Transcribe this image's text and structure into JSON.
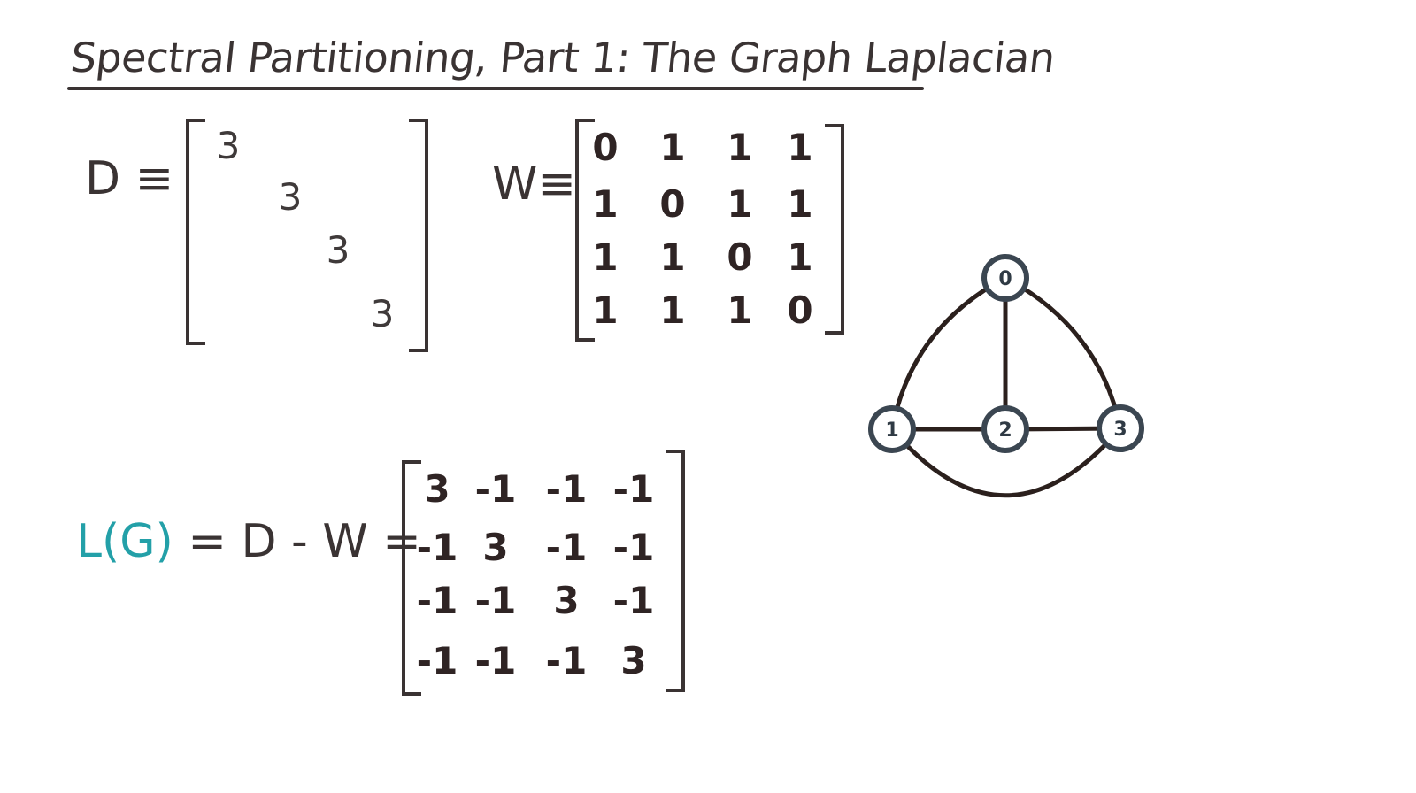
{
  "title": "Spectral Partitioning, Part 1: The Graph Laplacian",
  "d_label": "D ≡",
  "w_label": "W≡",
  "l_label_lhs": "L(G)",
  "l_label_rhs": " = D - W =",
  "d_matrix": [
    [
      "3",
      "",
      "",
      ""
    ],
    [
      "",
      "3",
      "",
      ""
    ],
    [
      "",
      "",
      "3",
      ""
    ],
    [
      "",
      "",
      "",
      "3"
    ]
  ],
  "w_matrix": [
    [
      "0",
      "1",
      "1",
      "1"
    ],
    [
      "1",
      "0",
      "1",
      "1"
    ],
    [
      "1",
      "1",
      "0",
      "1"
    ],
    [
      "1",
      "1",
      "1",
      "0"
    ]
  ],
  "l_matrix": [
    [
      "3",
      "-1",
      "-1",
      "-1"
    ],
    [
      "-1",
      "3",
      "-1",
      "-1"
    ],
    [
      "-1",
      "-1",
      "3",
      "-1"
    ],
    [
      "-1",
      "-1",
      "-1",
      "3"
    ]
  ],
  "graph": {
    "nodes": [
      "0",
      "1",
      "2",
      "3"
    ],
    "edges": [
      [
        "0",
        "1"
      ],
      [
        "0",
        "2"
      ],
      [
        "0",
        "3"
      ],
      [
        "1",
        "2"
      ],
      [
        "2",
        "3"
      ],
      [
        "1",
        "3"
      ]
    ],
    "colors": {
      "node_border": "#3b4651",
      "edge": "#2b201d",
      "node_fill": "#ffffff"
    }
  }
}
